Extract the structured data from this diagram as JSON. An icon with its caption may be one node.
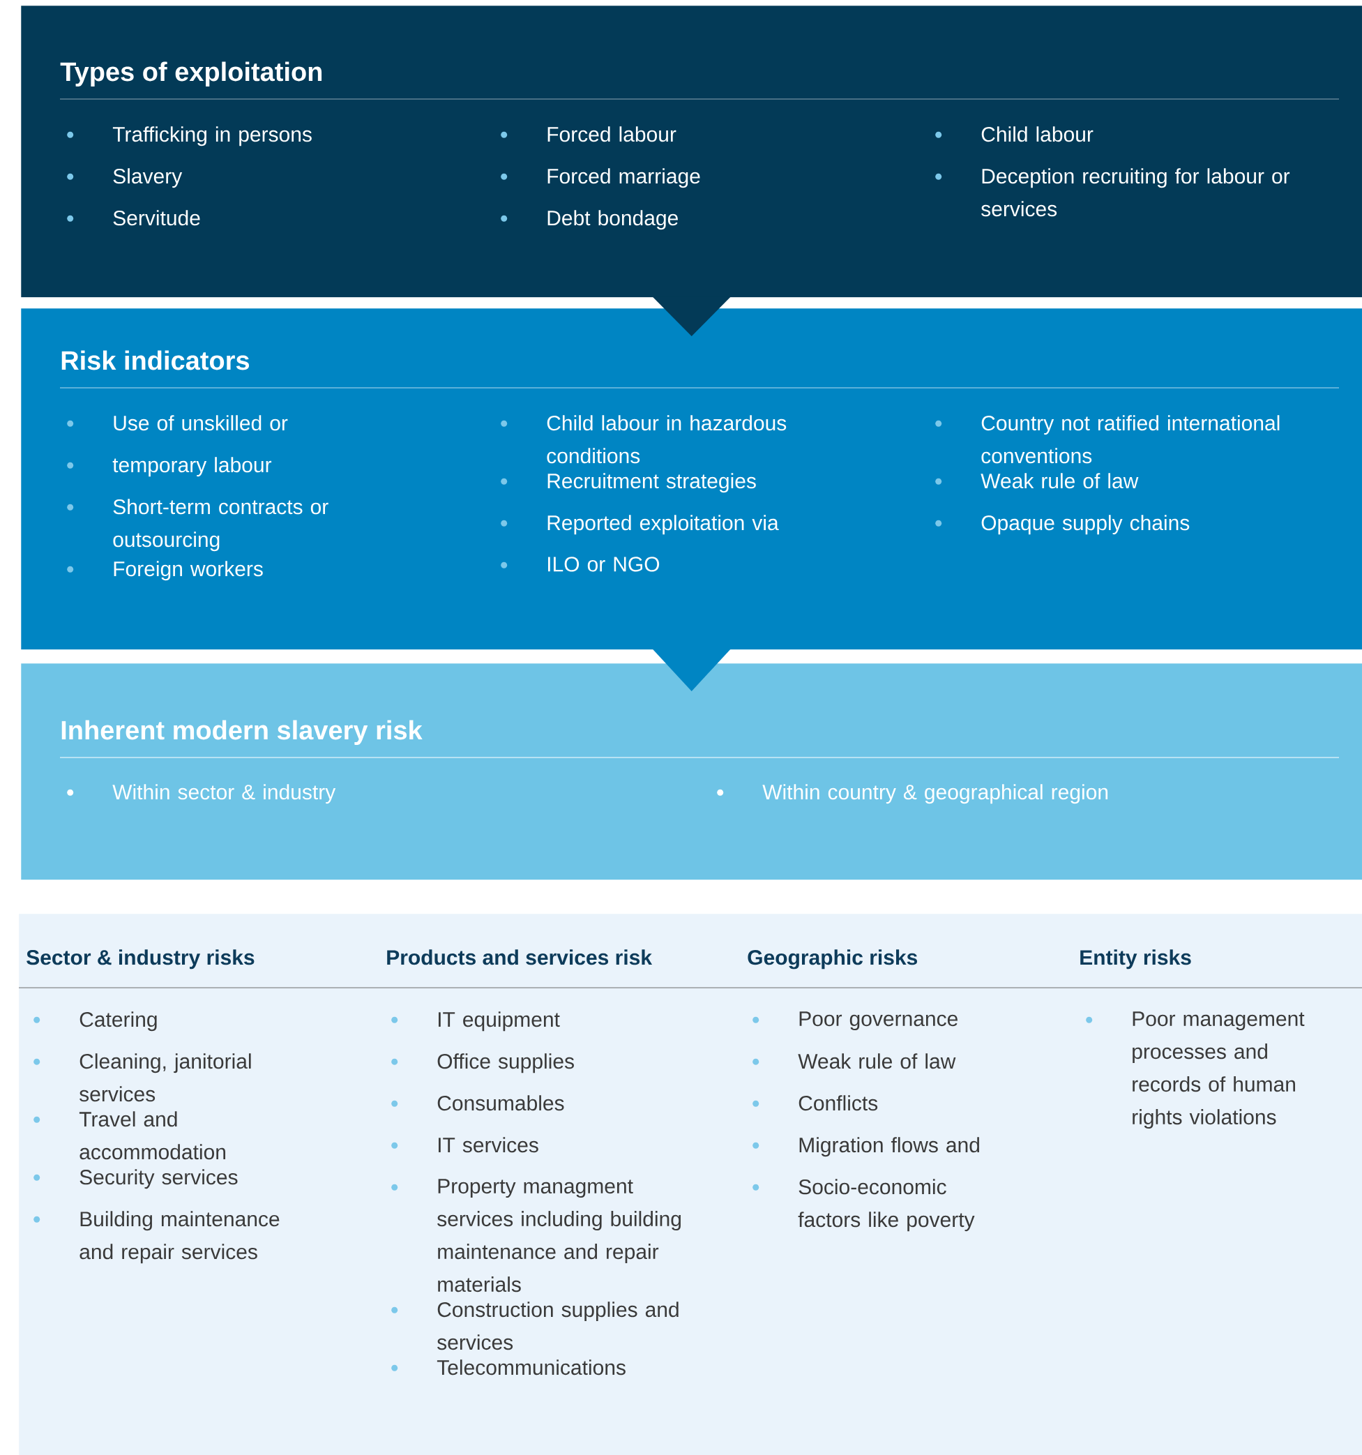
{
  "diagram": {
    "nodes": [
      {
        "text": [
          "Types of exploitation",
          "Trafficking in persons",
          "Slavery",
          "Servitude",
          "Forced labour",
          "Forced marriage",
          "Debt bondage",
          "Child labour",
          "Deception recruiting for labour or services"
        ]
      },
      {
        "text": [
          "Risk indicators",
          "Use of unskilled or",
          "temporary labour",
          "Short-term contracts or outsourcing",
          "Foreign workers",
          "Child labour in hazardous conditions",
          "Recruitment strategies",
          "Reported exploitation via",
          "ILO or NGO",
          "Country not ratified international conventions",
          "Weak rule of law",
          "Opaque supply chains"
        ]
      },
      {
        "text": [
          "Inherent modern slavery risk",
          "Within sector & industry",
          "Within country & geographical region"
        ]
      },
      {
        "text": [],
        "shape": "box"
      },
      {
        "text": [
          "Sector & industry risks",
          "Catering",
          "Cleaning, janitorial services",
          "Travel and accommodation",
          "Security services",
          "Building maintenance and repair services"
        ],
        "in": 3
      },
      {
        "text": [
          "Products and services risk",
          "IT equipment",
          "Office supplies",
          "Consumables",
          "IT services",
          "Property managment services including building maintenance and repair materials",
          "Construction supplies and services",
          "Telecommunications"
        ],
        "in": 3
      },
      {
        "text": [
          "Geographic risks",
          "Poor governance",
          "Weak rule of law",
          "Conflicts",
          "Migration flows and",
          "Socio-economic factors like poverty"
        ],
        "in": 3
      },
      {
        "text": [
          "Entity risks",
          "Poor management processes and records of human rights violations"
        ],
        "in": 3
      }
    ],
    "edges": [
      {
        "from": 0,
        "to": 1,
        "arrow": "to"
      },
      {
        "from": 1,
        "to": 2,
        "arrow": "to"
      }
    ]
  }
}
